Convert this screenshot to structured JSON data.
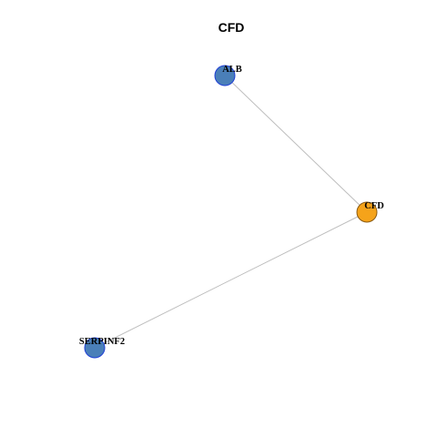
{
  "title": "CFD",
  "colors": {
    "background": "#ffffff",
    "query_node_fill": "#f5a31a",
    "query_node_stroke": "#8a5a12",
    "neighbor_node_fill": "#4a7fb8",
    "neighbor_node_stroke": "#1f3fd6",
    "edge": "#bdbdbd"
  },
  "nodes": [
    {
      "id": "ALB",
      "label": "ALB",
      "role": "neighbor"
    },
    {
      "id": "CFD",
      "label": "CFD",
      "role": "query"
    },
    {
      "id": "SERPINF2",
      "label": "SERPINF2",
      "role": "neighbor"
    }
  ],
  "edges": [
    {
      "source": "ALB",
      "target": "CFD"
    },
    {
      "source": "SERPINF2",
      "target": "CFD"
    }
  ]
}
